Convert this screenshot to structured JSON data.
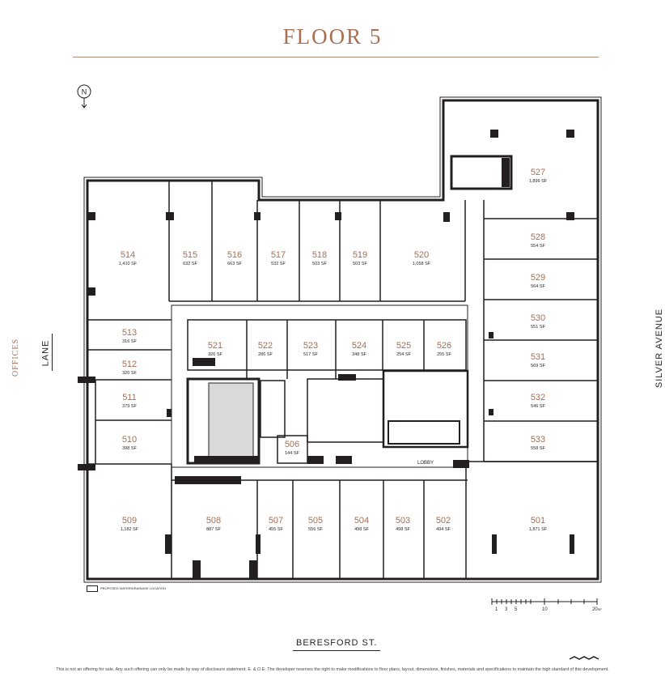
{
  "header": {
    "title": "FLOOR 5"
  },
  "streets": {
    "bottom": "BERESFORD ST.",
    "right": "SILVER AVENUE",
    "left": "LANE",
    "left_context": "OFFICES"
  },
  "north_label": "N",
  "lobby_label": "LOBBY",
  "legend": {
    "text": "PROPOSED WATER/DRAINAGE LOCATION"
  },
  "scale": {
    "ticks": [
      "1",
      "3",
      "5",
      "10",
      "20"
    ],
    "unit": "SF"
  },
  "disclaimer": "This is not an offering for sale. Any such offering can only be made by way of disclosure statement. E. & O.E. The developer reserves the right to make modifications to floor plans, layout, dimensions, finishes, materials and specifications to maintain the high standard of this development.",
  "units": [
    {
      "id": "527",
      "area": "1,899 SF"
    },
    {
      "id": "528",
      "area": "554 SF"
    },
    {
      "id": "529",
      "area": "564 SF"
    },
    {
      "id": "530",
      "area": "551 SF"
    },
    {
      "id": "531",
      "area": "569 SF"
    },
    {
      "id": "532",
      "area": "546 SF"
    },
    {
      "id": "533",
      "area": "558 SF"
    },
    {
      "id": "514",
      "area": "1,410 SF"
    },
    {
      "id": "515",
      "area": "632 SF"
    },
    {
      "id": "516",
      "area": "663 SF"
    },
    {
      "id": "517",
      "area": "532 SF"
    },
    {
      "id": "518",
      "area": "503 SF"
    },
    {
      "id": "519",
      "area": "503 SF"
    },
    {
      "id": "520",
      "area": "1,058 SF"
    },
    {
      "id": "513",
      "area": "316 SF"
    },
    {
      "id": "512",
      "area": "320 SF"
    },
    {
      "id": "511",
      "area": "379 SF"
    },
    {
      "id": "510",
      "area": "398 SF"
    },
    {
      "id": "521",
      "area": "326 SF"
    },
    {
      "id": "522",
      "area": "286 SF"
    },
    {
      "id": "523",
      "area": "517 SF"
    },
    {
      "id": "524",
      "area": "348 SF"
    },
    {
      "id": "525",
      "area": "254 SF"
    },
    {
      "id": "526",
      "area": "255 SF"
    },
    {
      "id": "506",
      "area": "144 SF"
    },
    {
      "id": "509",
      "area": "1,182 SF"
    },
    {
      "id": "508",
      "area": "887 SF"
    },
    {
      "id": "507",
      "area": "455 SF"
    },
    {
      "id": "505",
      "area": "556 SF"
    },
    {
      "id": "504",
      "area": "498 SF"
    },
    {
      "id": "503",
      "area": "498 SF"
    },
    {
      "id": "502",
      "area": "494 SF"
    },
    {
      "id": "501",
      "area": "1,871 SF"
    }
  ],
  "colors": {
    "accent": "#a86f52",
    "wall": "#231f20",
    "core": "#d9d9d9"
  }
}
